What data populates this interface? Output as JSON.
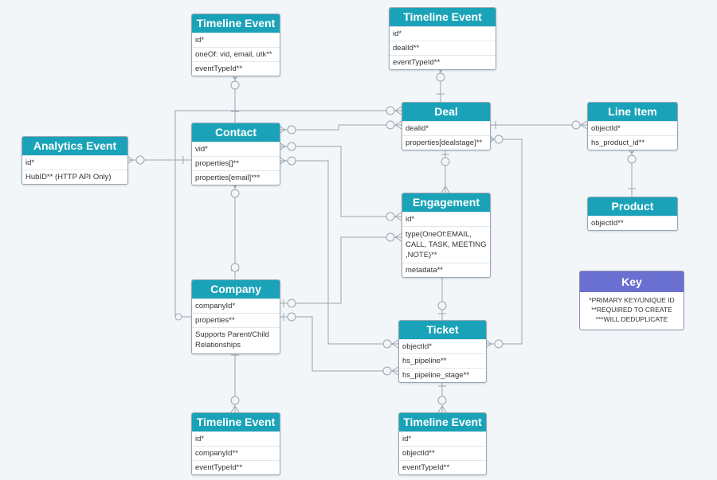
{
  "colors": {
    "entity_header": "#1aa3b8",
    "key_header": "#6a70d0",
    "connector": "#9aa4ae",
    "background": "#f3f6f9"
  },
  "entities": {
    "timeline_contact": {
      "title": "Timeline Event",
      "fields": [
        "id*",
        "oneOf: vid, email, utk**",
        "eventTypeId**"
      ]
    },
    "timeline_deal": {
      "title": "Timeline Event",
      "fields": [
        "id*",
        "dealId**",
        "eventTypeId**"
      ]
    },
    "analytics": {
      "title": "Analytics Event",
      "fields": [
        "id*",
        "HubID** (HTTP API Only)"
      ]
    },
    "contact": {
      "title": "Contact",
      "fields": [
        "vid*",
        "properties[]**",
        "properties[email]***"
      ]
    },
    "deal": {
      "title": "Deal",
      "fields": [
        "dealid*",
        "properties[dealstage]**"
      ]
    },
    "line_item": {
      "title": "Line Item",
      "fields": [
        "objectId*",
        "hs_product_id**"
      ]
    },
    "product": {
      "title": "Product",
      "fields": [
        "objectId**"
      ]
    },
    "engagement": {
      "title": "Engagement",
      "fields": [
        "id*",
        "type(OneOf:EMAIL, CALL, TASK, MEETING ,NOTE)**",
        "metadata**"
      ]
    },
    "company": {
      "title": "Company",
      "fields": [
        "companyId*",
        "properties**",
        "Supports Parent/Child Relationships"
      ]
    },
    "ticket": {
      "title": "Ticket",
      "fields": [
        "objectId*",
        "hs_pipeline**",
        "hs_pipeline_stage**"
      ]
    },
    "timeline_company": {
      "title": "Timeline Event",
      "fields": [
        "id*",
        "companyId**",
        "eventTypeId**"
      ]
    },
    "timeline_ticket": {
      "title": "Timeline Event",
      "fields": [
        "id*",
        "objectId**",
        "eventTypeId**"
      ]
    }
  },
  "key": {
    "title": "Key",
    "lines": [
      "*PRIMARY KEY/UNIQUE ID",
      "**REQUIRED TO CREATE",
      "***WILL DEDUPLICATE"
    ]
  }
}
